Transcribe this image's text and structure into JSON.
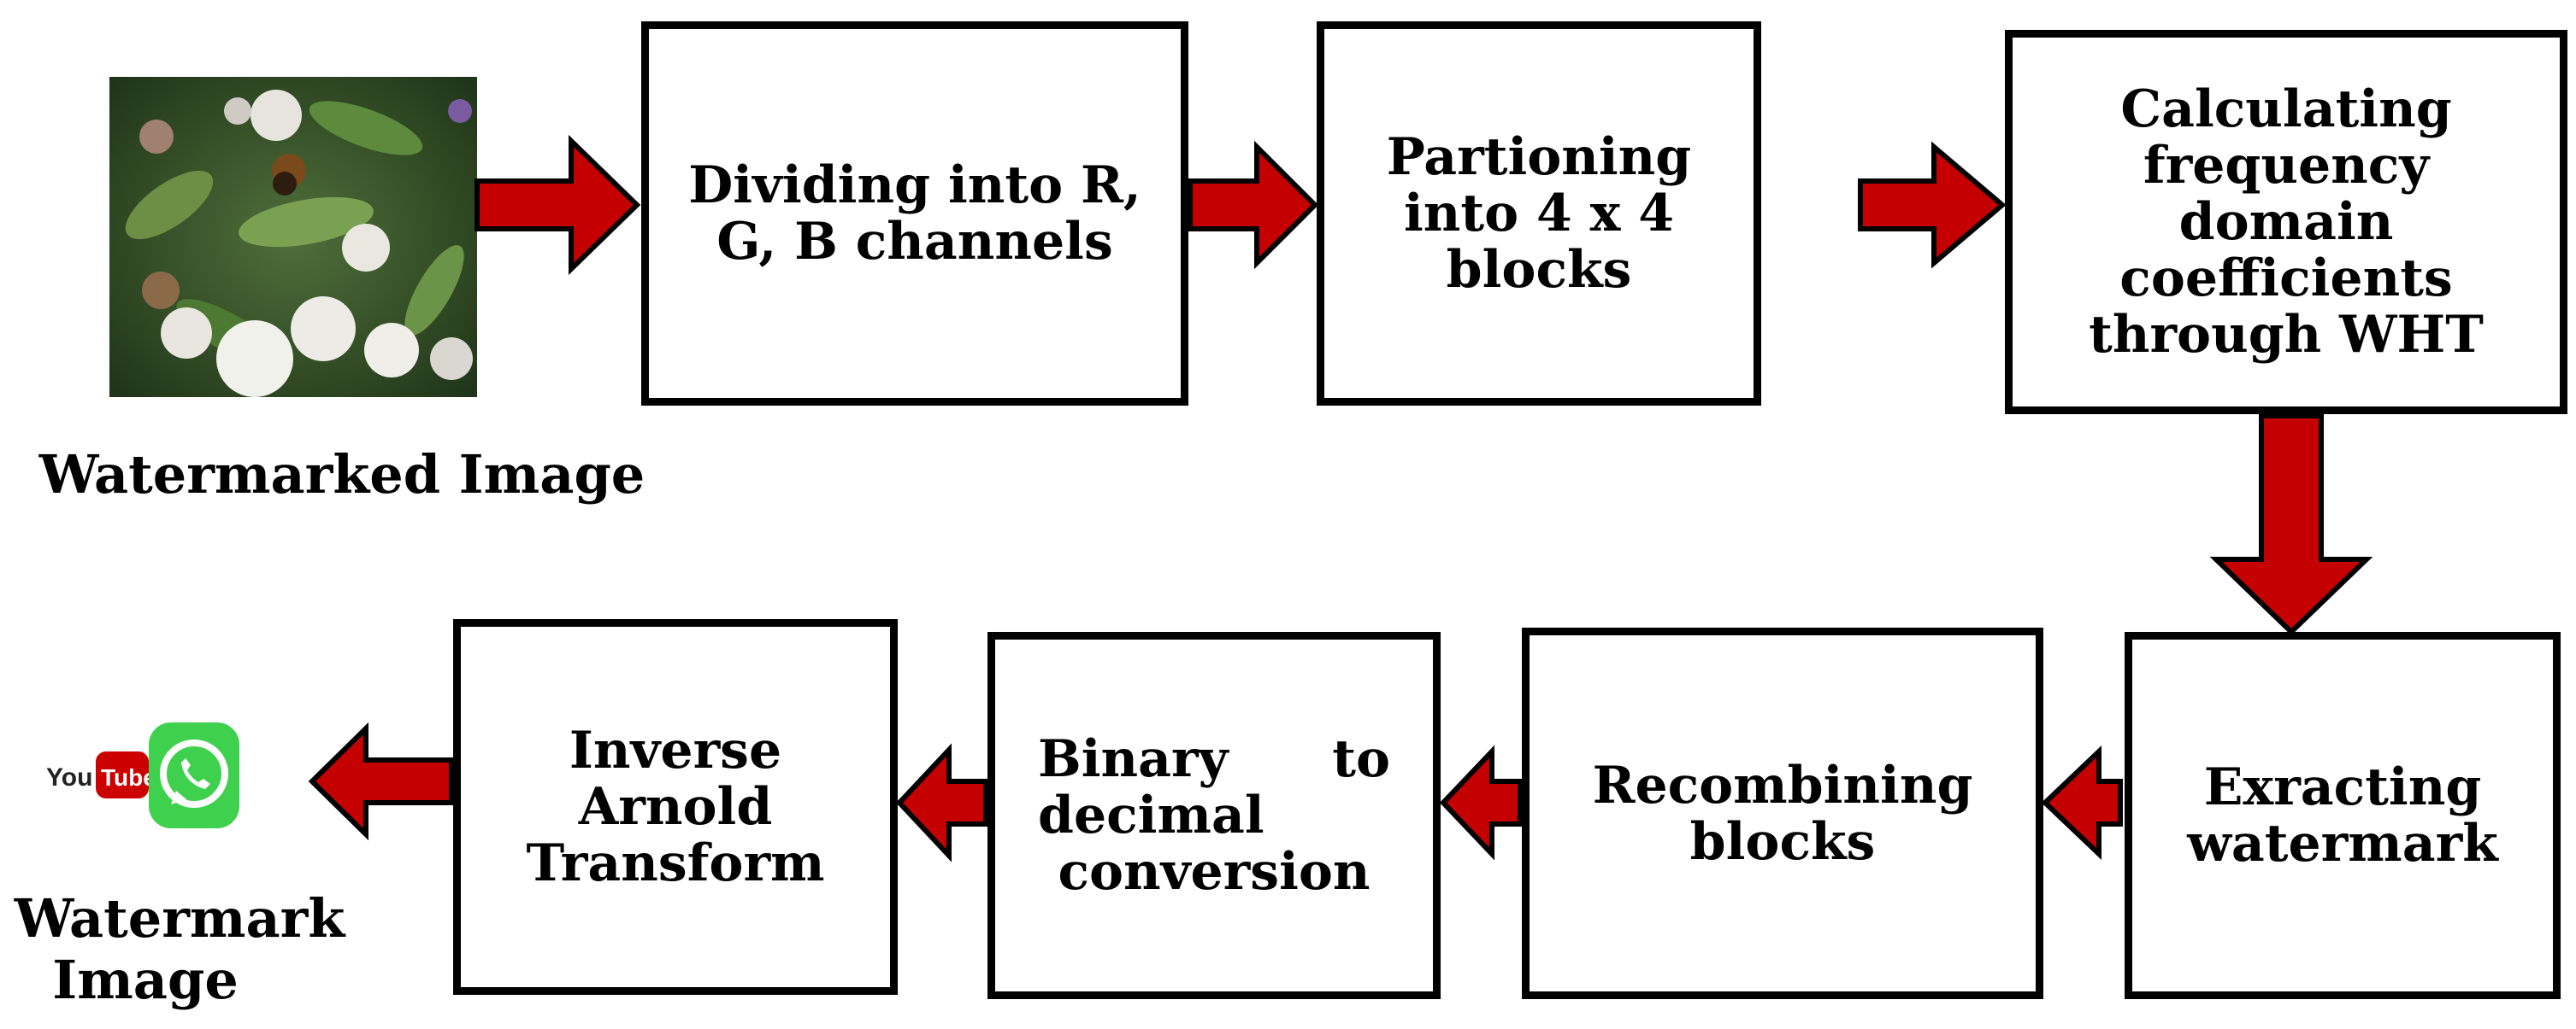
{
  "colors": {
    "arrow_fill": "#c40000",
    "arrow_stroke": "#000000",
    "box_border": "#000000",
    "text": "#000000",
    "youtube_red": "#cc0000",
    "whatsapp_green": "#25d366"
  },
  "input": {
    "caption": "Watermarked Image",
    "image_description_icon": "flower-photo"
  },
  "output": {
    "caption_line1": "Watermark",
    "caption_line2": "Image",
    "youtube_text_you": "You",
    "youtube_text_tube": "Tube",
    "icons": [
      "youtube-logo",
      "whatsapp-logo"
    ]
  },
  "steps": {
    "dividing": "Dividing into R, G, B channels",
    "partitioning": "Partioning into 4 x 4 blocks",
    "calculating": "Calculating frequency domain coefficients through WHT",
    "extracting": "Exracting watermark",
    "recombining": "Recombining blocks",
    "binary": "Binary to decimal conversion",
    "inverse": "Inverse Arnold Transform"
  },
  "flow_direction": [
    "Watermarked Image",
    "Dividing into R, G, B channels",
    "Partioning into 4 x 4 blocks",
    "Calculating frequency domain coefficients through WHT",
    "Exracting watermark",
    "Recombining blocks",
    "Binary to decimal conversion",
    "Inverse Arnold Transform",
    "Watermark Image"
  ]
}
